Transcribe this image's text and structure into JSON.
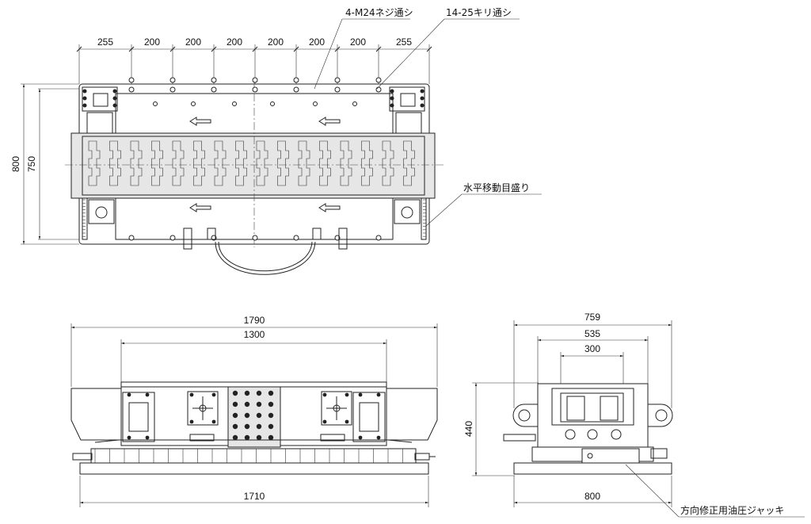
{
  "top_view": {
    "dims_top": [
      "255",
      "200",
      "200",
      "200",
      "200",
      "200",
      "200",
      "255"
    ],
    "dim_800": "800",
    "dim_750": "750",
    "callout_bolt": "4-M24ネジ通シ",
    "callout_hole": "14-25キリ通シ",
    "callout_scale": "水平移動目盛り"
  },
  "front_view": {
    "dim_1790": "1790",
    "dim_1300": "1300",
    "dim_1710": "1710"
  },
  "side_view": {
    "dim_759": "759",
    "dim_535": "535",
    "dim_300": "300",
    "dim_440": "440",
    "dim_800": "800",
    "callout_jack": "方向修正用油圧ジャッキ"
  }
}
